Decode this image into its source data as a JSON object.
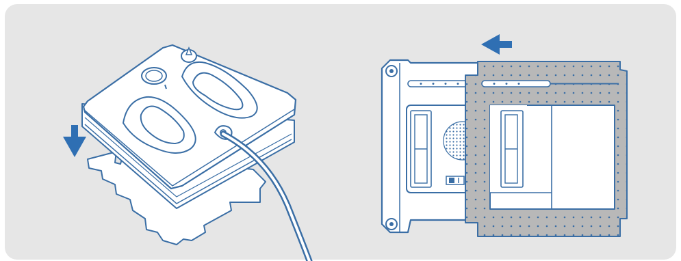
{
  "illustration": {
    "left_step": {
      "device": "window-cleaning-robot",
      "action": "attach-cleaning-pad",
      "arrow": "arrow-down-icon"
    },
    "right_step": {
      "device": "window-cleaning-robot-underside",
      "action": "slide-pad-onto-base",
      "arrow": "arrow-left-icon"
    }
  },
  "colors": {
    "panel": "#e6e6e6",
    "stroke": "#3a6ea5",
    "device_fill": "#ffffff",
    "pad_fill": "#b8b8b8",
    "arrow": "#2f6fb3",
    "cable": "#2f6fb3"
  }
}
